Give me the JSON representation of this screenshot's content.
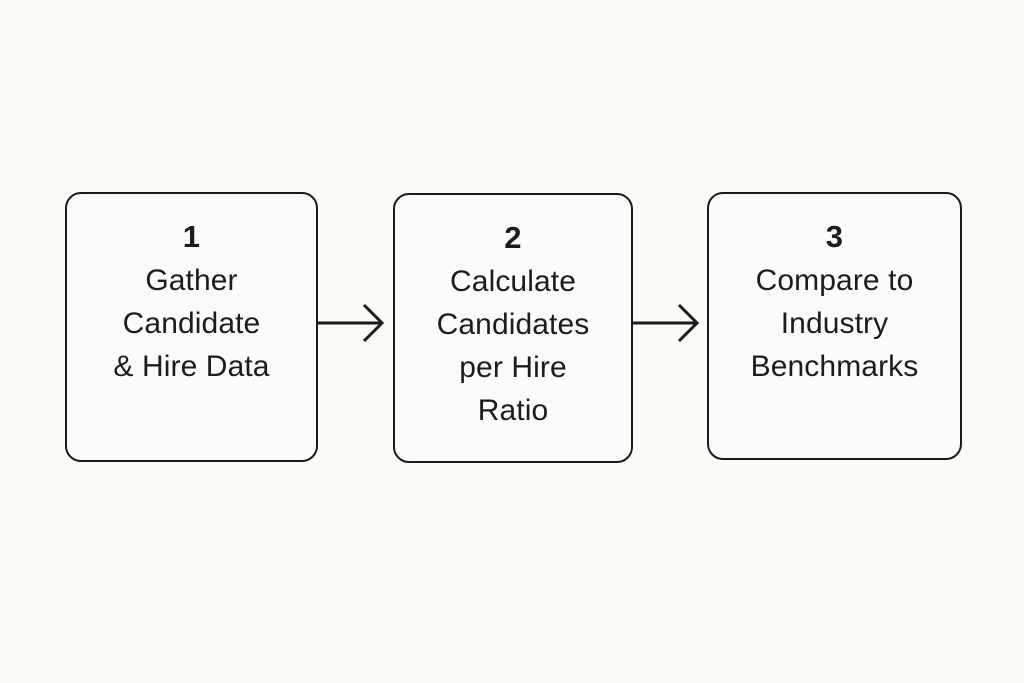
{
  "diagram": {
    "type": "flowchart",
    "direction": "left-to-right",
    "steps": [
      {
        "number": "1",
        "label": "Gather Candidate & Hire Data",
        "lines": [
          "Gather",
          "Candidate",
          "& Hire Data"
        ]
      },
      {
        "number": "2",
        "label": "Calculate Candidates per Hire Ratio",
        "lines": [
          "Calculate",
          "Candidates",
          "per Hire",
          "Ratio"
        ]
      },
      {
        "number": "3",
        "label": "Compare to Industry Benchmarks",
        "lines": [
          "Compare to",
          "Industry",
          "Benchmarks"
        ]
      }
    ],
    "connectors": [
      {
        "from": "1",
        "to": "2",
        "type": "arrow-right"
      },
      {
        "from": "2",
        "to": "3",
        "type": "arrow-right"
      }
    ],
    "colors": {
      "background": "#fbfaf7",
      "box_fill": "#fcfbf9",
      "border": "#1b1b1b",
      "text": "#1c1c1c"
    }
  }
}
